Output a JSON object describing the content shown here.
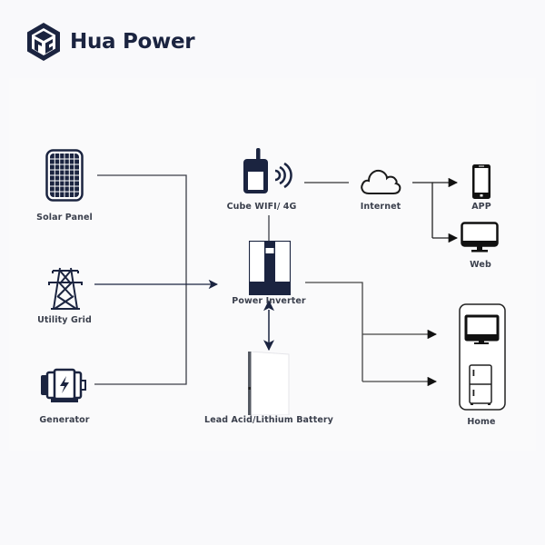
{
  "brand": {
    "name": "Hua Power",
    "logo_icon": "hexagon-cube-logo",
    "color": "#1b2440"
  },
  "diagram": {
    "title": "Hybrid solar energy system diagram",
    "sources": [
      {
        "id": "solar",
        "label": "Solar Panel",
        "icon": "solar-panel-icon"
      },
      {
        "id": "grid",
        "label": "Utility Grid",
        "icon": "transmission-tower-icon"
      },
      {
        "id": "generator",
        "label": "Generator",
        "icon": "generator-icon"
      }
    ],
    "center": {
      "monitor": {
        "label": "Cube WIFI/   4G",
        "icon": "wifi-dongle-icon"
      },
      "inverter": {
        "label": "Power Inverter",
        "icon": "inverter-icon"
      },
      "battery": {
        "label": "Lead Acid/Lithium Battery",
        "icon": "battery-icon"
      }
    },
    "cloud": {
      "label": "Internet",
      "icon": "cloud-icon"
    },
    "outputs": {
      "app": {
        "label": "APP",
        "icon": "smartphone-icon"
      },
      "web": {
        "label": "Web",
        "icon": "monitor-icon"
      },
      "home": {
        "label": "Home",
        "icon": "home-appliances-icon"
      }
    },
    "connections": [
      {
        "from": "solar",
        "to": "inverter",
        "arrow": "single"
      },
      {
        "from": "grid",
        "to": "inverter",
        "arrow": "single"
      },
      {
        "from": "generator",
        "to": "inverter",
        "arrow": "single"
      },
      {
        "from": "inverter",
        "to": "monitor",
        "arrow": "none"
      },
      {
        "from": "inverter",
        "to": "battery",
        "arrow": "double"
      },
      {
        "from": "monitor",
        "to": "cloud",
        "arrow": "none"
      },
      {
        "from": "cloud",
        "to": "app",
        "arrow": "single"
      },
      {
        "from": "cloud",
        "to": "web",
        "arrow": "single"
      },
      {
        "from": "inverter",
        "to": "home",
        "arrow": "single",
        "count": 2
      }
    ],
    "colors": {
      "icon": "#1b2440",
      "line": "#3c3f48",
      "label": "#3a3f4c",
      "background": "#f9f9fb"
    }
  }
}
